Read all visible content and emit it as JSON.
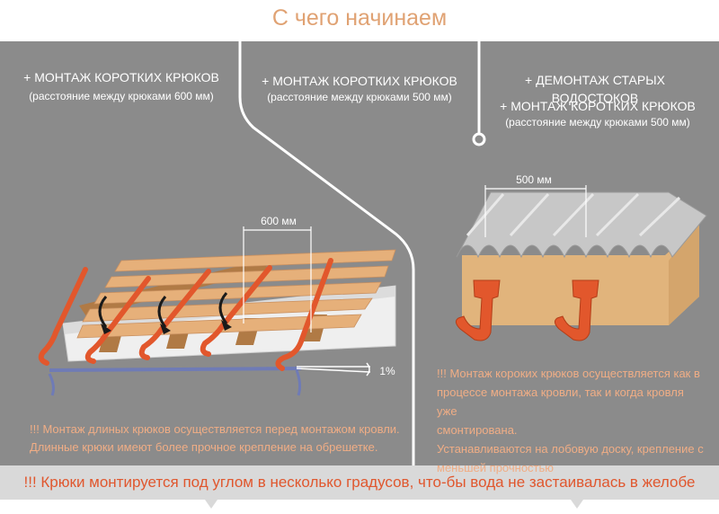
{
  "title": "С чего начинаем",
  "columns": [
    {
      "heading": "+ МОНТАЖ КОРОТКИХ КРЮКОВ",
      "sub": "(расстояние между крюками 600 мм)"
    },
    {
      "heading": "+ МОНТАЖ КОРОТКИХ КРЮКОВ",
      "sub": "(расстояние между крюками 500 мм)"
    },
    {
      "heading1": "+ ДЕМОНТАЖ СТАРЫХ ВОДОСТОКОВ",
      "heading2": "+ МОНТАЖ КОРОТКИХ КРЮКОВ",
      "sub": "(расстояние между крюками 500 мм)"
    }
  ],
  "dimensions": {
    "left": "600 мм",
    "right": "500 мм",
    "slope": "1%"
  },
  "notes": {
    "left": [
      "!!! Монтаж длиных крюков осуществляется перед монтажом кровли.",
      "Длинные крюки имеют более прочное крепление на обрешетке."
    ],
    "right": [
      "!!! Монтаж короких крюков осуществляется как в",
      "процессе монтажа кровли, так и когда кровля уже",
      "смонтирована.",
      "Устанавливаются на лобовую доску, крепление с",
      "меньшей прочностью"
    ]
  },
  "footer": "!!! Крюки монтируется под углом в несколько градусов, что-бы вода не застаивалась в желобе",
  "colors": {
    "panel": "#8b8b8b",
    "accent": "#e0a273",
    "hook": "#e2572c",
    "note": "#f0ad85",
    "footer_text": "#e0572e"
  }
}
